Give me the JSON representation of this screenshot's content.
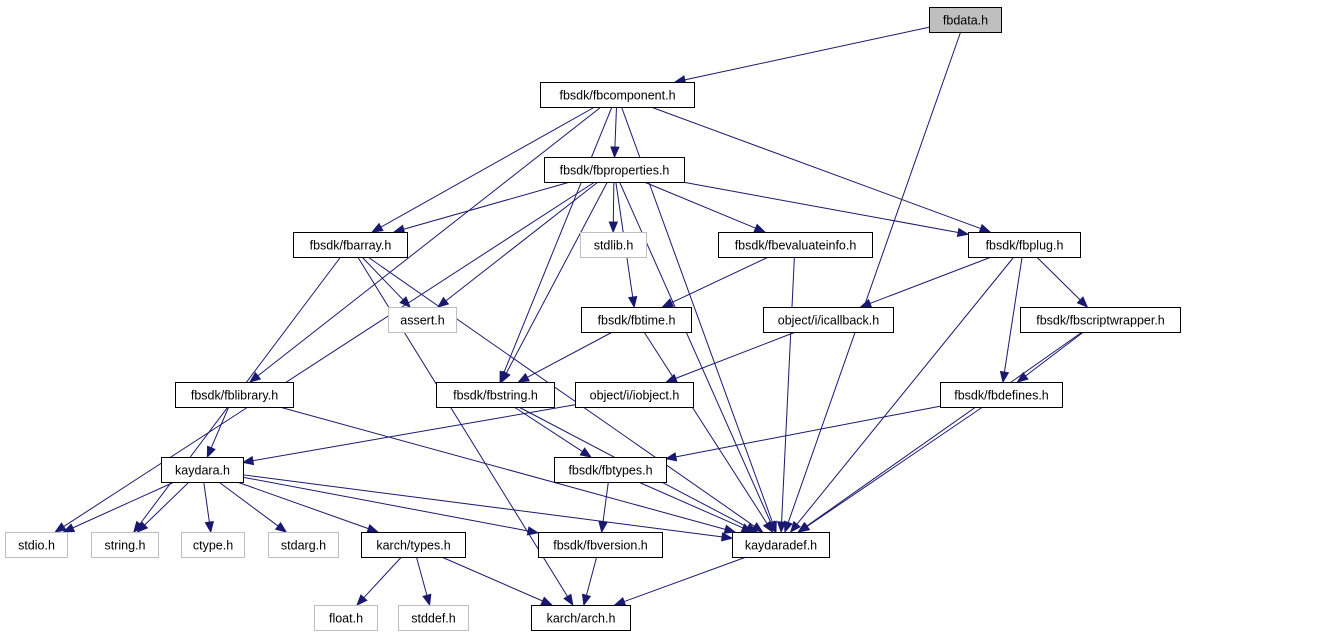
{
  "diagram": {
    "type": "include-dependency-graph",
    "nodes": [
      {
        "id": "fbdata",
        "label": "fbdata.h",
        "kind": "root"
      },
      {
        "id": "fbcomponent",
        "label": "fbsdk/fbcomponent.h",
        "kind": "documented"
      },
      {
        "id": "fbproperties",
        "label": "fbsdk/fbproperties.h",
        "kind": "documented"
      },
      {
        "id": "fbarray",
        "label": "fbsdk/fbarray.h",
        "kind": "documented"
      },
      {
        "id": "stdlib",
        "label": "stdlib.h",
        "kind": "external"
      },
      {
        "id": "fbevaluateinfo",
        "label": "fbsdk/fbevaluateinfo.h",
        "kind": "documented"
      },
      {
        "id": "fbplug",
        "label": "fbsdk/fbplug.h",
        "kind": "documented"
      },
      {
        "id": "assert",
        "label": "assert.h",
        "kind": "external"
      },
      {
        "id": "fbtime",
        "label": "fbsdk/fbtime.h",
        "kind": "documented"
      },
      {
        "id": "icallback",
        "label": "object/i/icallback.h",
        "kind": "documented"
      },
      {
        "id": "fbscriptwrapper",
        "label": "fbsdk/fbscriptwrapper.h",
        "kind": "documented"
      },
      {
        "id": "fblibrary",
        "label": "fbsdk/fblibrary.h",
        "kind": "documented"
      },
      {
        "id": "fbstring",
        "label": "fbsdk/fbstring.h",
        "kind": "documented"
      },
      {
        "id": "iobject",
        "label": "object/i/iobject.h",
        "kind": "documented"
      },
      {
        "id": "fbdefines",
        "label": "fbsdk/fbdefines.h",
        "kind": "documented"
      },
      {
        "id": "kaydara",
        "label": "kaydara.h",
        "kind": "documented"
      },
      {
        "id": "fbtypes",
        "label": "fbsdk/fbtypes.h",
        "kind": "documented"
      },
      {
        "id": "stdio",
        "label": "stdio.h",
        "kind": "external"
      },
      {
        "id": "string",
        "label": "string.h",
        "kind": "external"
      },
      {
        "id": "ctype",
        "label": "ctype.h",
        "kind": "external"
      },
      {
        "id": "stdarg",
        "label": "stdarg.h",
        "kind": "external"
      },
      {
        "id": "karchtypes",
        "label": "karch/types.h",
        "kind": "documented"
      },
      {
        "id": "fbversion",
        "label": "fbsdk/fbversion.h",
        "kind": "documented"
      },
      {
        "id": "kaydaradef",
        "label": "kaydaradef.h",
        "kind": "documented"
      },
      {
        "id": "float",
        "label": "float.h",
        "kind": "external"
      },
      {
        "id": "stddef",
        "label": "stddef.h",
        "kind": "external"
      },
      {
        "id": "karcharch",
        "label": "karch/arch.h",
        "kind": "documented"
      }
    ],
    "edges": [
      [
        "fbdata",
        "fbcomponent"
      ],
      [
        "fbdata",
        "kaydaradef"
      ],
      [
        "fbcomponent",
        "fbproperties"
      ],
      [
        "fbcomponent",
        "fbarray"
      ],
      [
        "fbcomponent",
        "fbstring"
      ],
      [
        "fbcomponent",
        "fbplug"
      ],
      [
        "fbcomponent",
        "fblibrary"
      ],
      [
        "fbcomponent",
        "kaydaradef"
      ],
      [
        "fbproperties",
        "stdio"
      ],
      [
        "fbproperties",
        "fbarray"
      ],
      [
        "fbproperties",
        "stdlib"
      ],
      [
        "fbproperties",
        "fbevaluateinfo"
      ],
      [
        "fbproperties",
        "fbplug"
      ],
      [
        "fbproperties",
        "assert"
      ],
      [
        "fbproperties",
        "fbtime"
      ],
      [
        "fbproperties",
        "fbstring"
      ],
      [
        "fbproperties",
        "kaydaradef"
      ],
      [
        "fbarray",
        "assert"
      ],
      [
        "fbarray",
        "string"
      ],
      [
        "fbarray",
        "kaydaradef"
      ],
      [
        "fbarray",
        "karcharch"
      ],
      [
        "fbevaluateinfo",
        "fbtime"
      ],
      [
        "fbevaluateinfo",
        "kaydaradef"
      ],
      [
        "fbplug",
        "icallback"
      ],
      [
        "fbplug",
        "fbscriptwrapper"
      ],
      [
        "fbplug",
        "fbdefines"
      ],
      [
        "fbplug",
        "kaydaradef"
      ],
      [
        "fbtime",
        "fbstring"
      ],
      [
        "fbtime",
        "kaydaradef"
      ],
      [
        "icallback",
        "iobject"
      ],
      [
        "fbscriptwrapper",
        "fbdefines"
      ],
      [
        "fbscriptwrapper",
        "kaydaradef"
      ],
      [
        "fblibrary",
        "kaydara"
      ],
      [
        "fblibrary",
        "kaydaradef"
      ],
      [
        "fbstring",
        "fbtypes"
      ],
      [
        "fbstring",
        "kaydaradef"
      ],
      [
        "iobject",
        "kaydara"
      ],
      [
        "fbdefines",
        "fbtypes"
      ],
      [
        "fbdefines",
        "kaydaradef"
      ],
      [
        "kaydara",
        "stdio"
      ],
      [
        "kaydara",
        "string"
      ],
      [
        "kaydara",
        "ctype"
      ],
      [
        "kaydara",
        "stdarg"
      ],
      [
        "kaydara",
        "karchtypes"
      ],
      [
        "kaydara",
        "fbversion"
      ],
      [
        "kaydara",
        "kaydaradef"
      ],
      [
        "fbtypes",
        "fbversion"
      ],
      [
        "fbtypes",
        "kaydaradef"
      ],
      [
        "karchtypes",
        "float"
      ],
      [
        "karchtypes",
        "stddef"
      ],
      [
        "karchtypes",
        "karcharch"
      ],
      [
        "fbversion",
        "karcharch"
      ],
      [
        "kaydaradef",
        "karcharch"
      ]
    ],
    "colors": {
      "edge": "#191970",
      "root_fill": "#bfbfbf",
      "external_border": "#bfbfbf",
      "node_border": "#000000",
      "node_fill": "#ffffff"
    }
  }
}
